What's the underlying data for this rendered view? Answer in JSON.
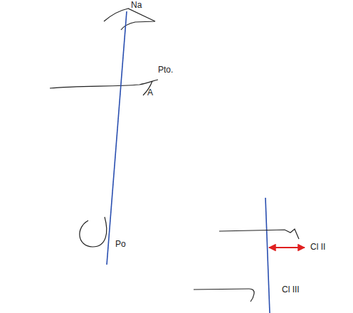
{
  "diagram": {
    "labels": [
      "Na",
      "Pto.",
      "A",
      "Po",
      "Cl II",
      "Cl III"
    ]
  }
}
